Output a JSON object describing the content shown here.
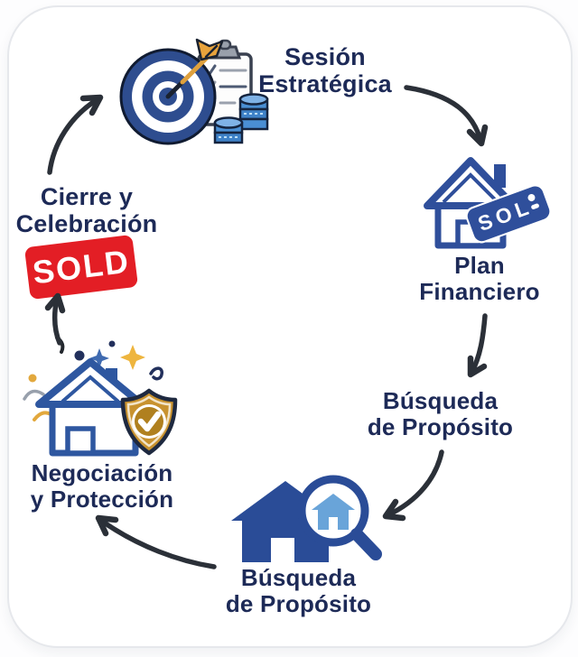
{
  "steps": {
    "sesion_estrategica": {
      "label": "Sesión\nEstratégica"
    },
    "plan_financiero": {
      "label": "Plan\nFinanciero"
    },
    "busqueda_proposito_right": {
      "label": "Búsqueda\nde Propósito"
    },
    "busqueda_proposito_bottom": {
      "label": "Búsqueda\nde Propósito"
    },
    "negociacion_proteccion": {
      "label": "Negociación\ny Protección"
    },
    "cierre_celebracion": {
      "label": "Cierre y\nCelebración"
    }
  },
  "badges": {
    "sold_stamp": "SOLD",
    "sol_tag": "SOL"
  },
  "icons": {
    "top": "target-dart-clipboard-coins-icon",
    "right": "house-with-sol-tag-icon",
    "bottom": "house-with-magnifier-icon",
    "left": "house-with-shield-confetti-icon"
  },
  "colors": {
    "text_navy": "#1d2a57",
    "brand_blue": "#2b4c96",
    "house_outline_blue": "#2f4f9b",
    "magnifier_house_blue": "#69a4d9",
    "coin_blue": "#4a8fd4",
    "dart_gold": "#e8a33c",
    "shield_gold": "#c8922f",
    "shield_gold_dark": "#b0801f",
    "sold_red": "#e31e25",
    "arrow_dark": "#2b3038",
    "card_border": "#e6e8ec"
  }
}
